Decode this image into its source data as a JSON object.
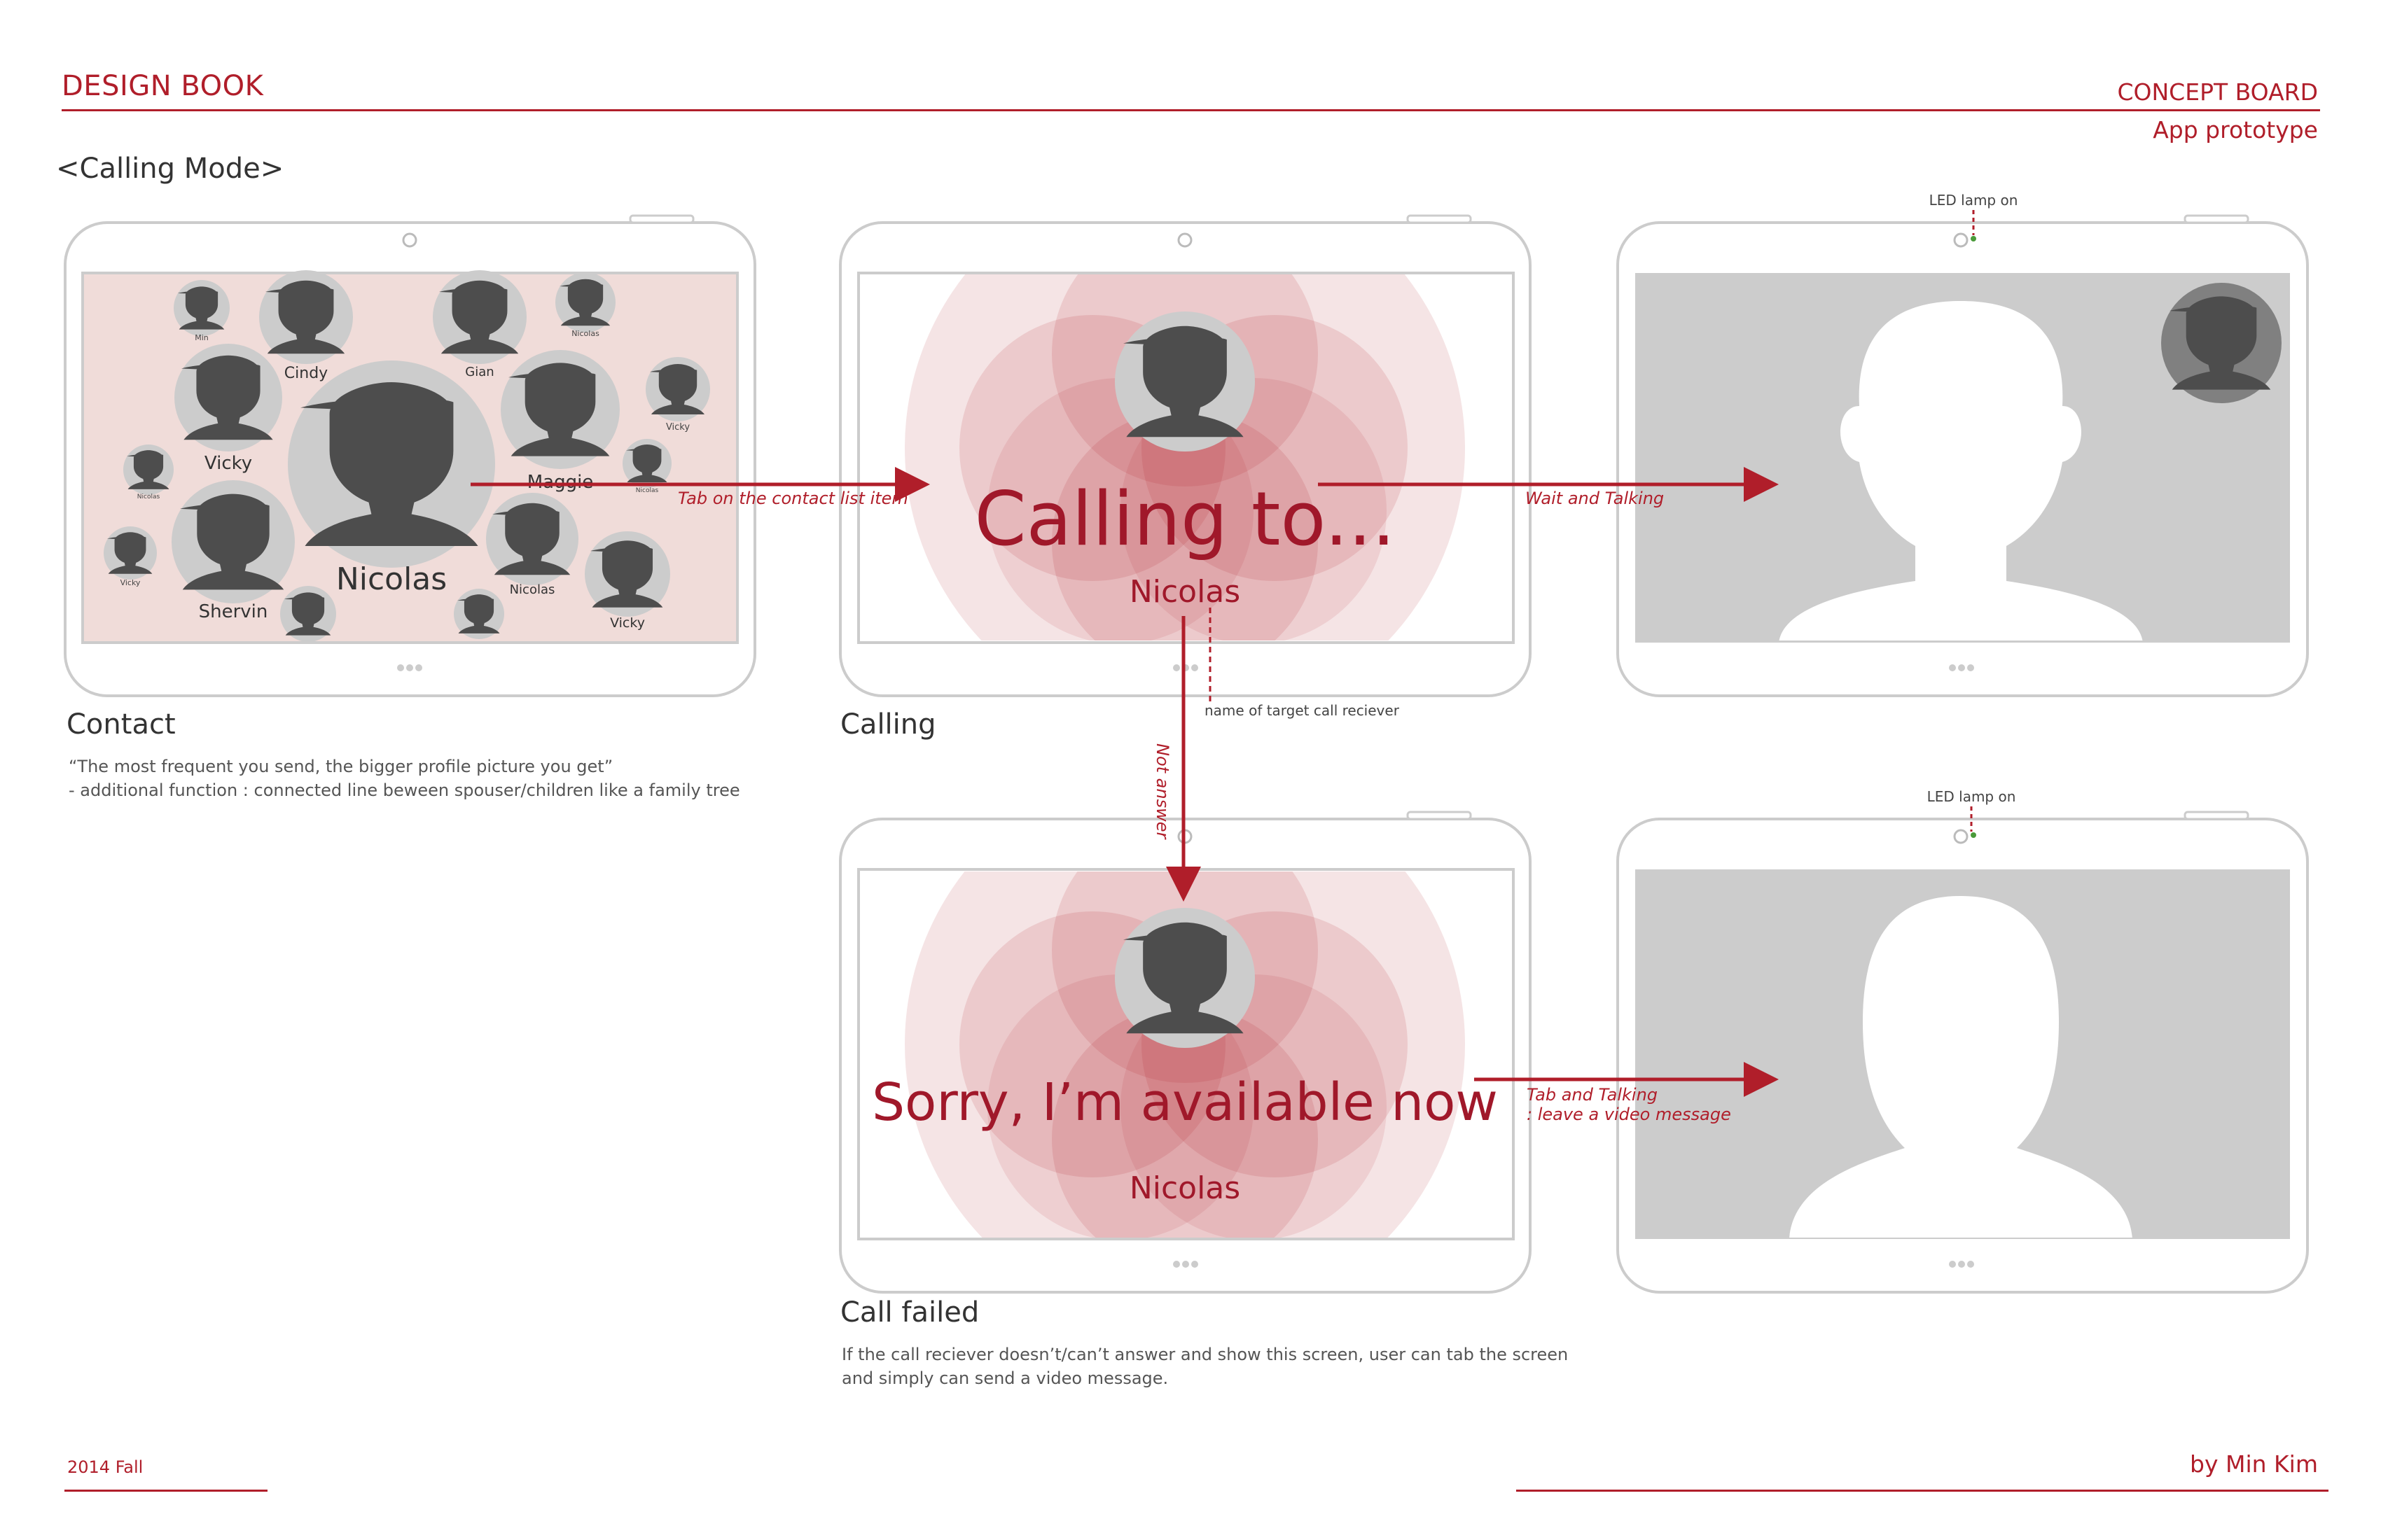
{
  "header": {
    "left_title": "DESIGN BOOK",
    "right_title": "CONCEPT BOARD",
    "right_subtitle": "App prototype"
  },
  "mode_title": "<Calling Mode>",
  "colors": {
    "accent": "#b01e2a",
    "frame": "#cccccc",
    "avatar": "#4d4d4d",
    "avatar_bg": "#cccccc",
    "contact_bg": "#f0dcd9"
  },
  "contact": {
    "title": "Contact",
    "desc1": "“The most frequent you send, the bigger profile picture you get”",
    "desc2": " - additional function : connected line beween spouser/children like a family tree",
    "names": {
      "n1": "Min",
      "n2": "Cindy",
      "n3": "Gian",
      "n4": "Nicolas",
      "n5": "Vicky",
      "n6": "Maggie",
      "n7": "Vicky",
      "n8": "Nicolas",
      "n9": "Nicolas",
      "n10": "Nicolas",
      "n11": "Nicolas",
      "n12": "Vicky",
      "n13": "Shervin",
      "n14": "Vicky"
    }
  },
  "calling": {
    "title": "Calling",
    "big_text": "Calling to...",
    "name": "Nicolas",
    "receiver_note": "name of target call reciever"
  },
  "call_failed": {
    "title": "Call failed",
    "big_text": "Sorry, I’m available now",
    "name": "Nicolas",
    "desc1": "If the call reciever doesn’t/can’t answer and show this screen, user can tab the screen",
    "desc2": "and simply can send a video message."
  },
  "arrows": {
    "tap_contact": "Tab on the contact list item",
    "wait_talking": "Wait and Talking",
    "not_answer": "Not answer",
    "tab_talking1": "Tab and Talking",
    "tab_talking2": ": leave a video message"
  },
  "led_top": "LED lamp on",
  "led_bottom": "LED lamp on",
  "footer": {
    "left": "2014 Fall",
    "right": "by Min Kim"
  }
}
